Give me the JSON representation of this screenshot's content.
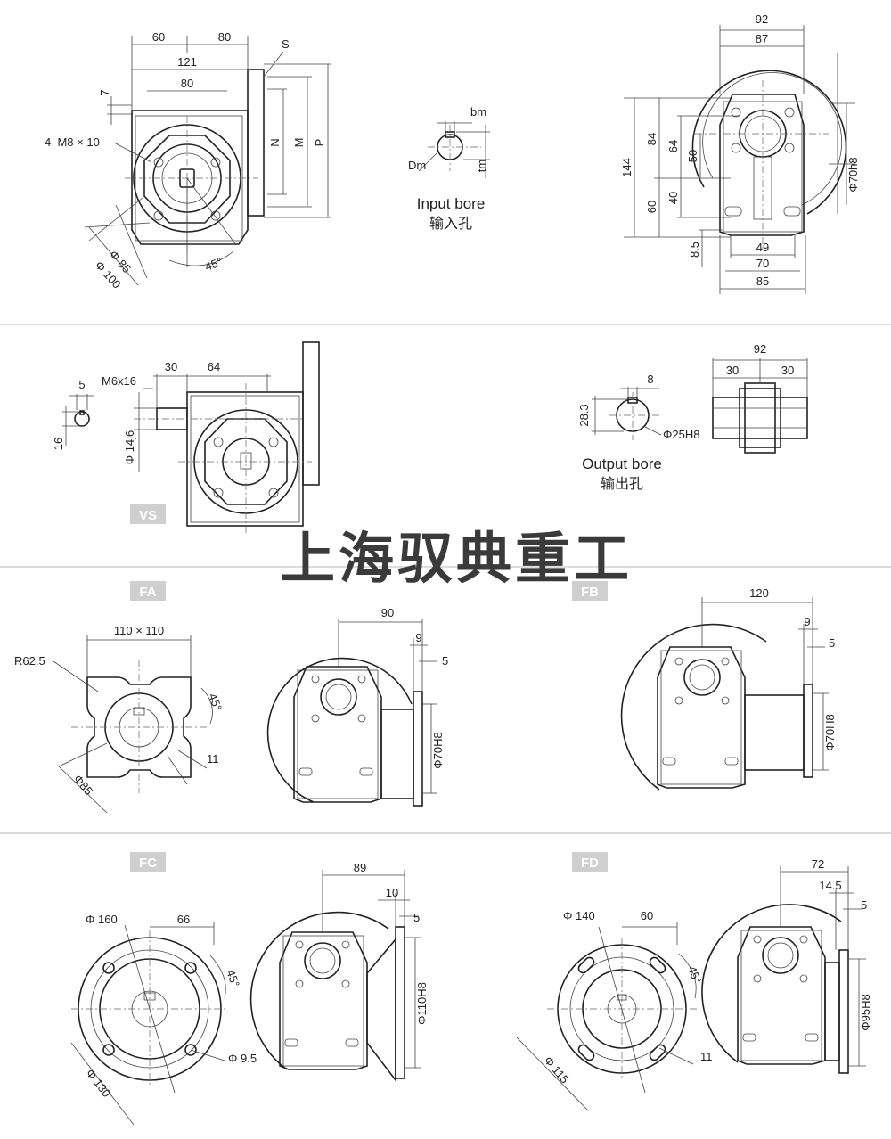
{
  "watermark": "上海驭典重工",
  "top": {
    "side": {
      "d60": "60",
      "d80a": "80",
      "d121": "121",
      "d80b": "80",
      "d7": "7",
      "bolt": "4–M8 × 10",
      "S": "S",
      "N": "N",
      "M": "M",
      "P": "P",
      "phi85": "Φ 85",
      "phi100": "Φ 100",
      "ang45": "45°"
    },
    "input_bore": {
      "bm": "bm",
      "Dm": "Dm",
      "tm": "tm",
      "caption": "Input bore",
      "caption_cn": "输入孔"
    },
    "front": {
      "d92": "92",
      "d87": "87",
      "d144": "144",
      "d84": "84",
      "d64": "64",
      "d50": "50",
      "d40": "40",
      "d60": "60",
      "d8_5": "8.5",
      "d49": "49",
      "d70": "70",
      "d85": "85",
      "phi70": "Φ70h8"
    }
  },
  "vs": {
    "tag": "VS",
    "d5": "5",
    "d16": "16",
    "bolt": "M6x16",
    "d30": "30",
    "d64": "64",
    "shaft": "Φ 14j6"
  },
  "output_bore": {
    "d8": "8",
    "d28_3": "28.3",
    "phi25": "Φ25H8",
    "d92": "92",
    "d30a": "30",
    "d30b": "30",
    "caption": "Output bore",
    "caption_cn": "输出孔"
  },
  "fa": {
    "tag": "FA",
    "sq": "110 × 110",
    "r": "R62.5",
    "ang45": "45°",
    "d11": "11",
    "phi85": "Φ85",
    "d90": "90",
    "d9": "9",
    "d5": "5",
    "phi70": "Φ70H8"
  },
  "fb": {
    "tag": "FB",
    "d120": "120",
    "d9": "9",
    "d5": "5",
    "phi70": "Φ70H8"
  },
  "fc": {
    "tag": "FC",
    "phi160": "Φ 160",
    "d66": "66",
    "ang45": "45°",
    "phi9_5": "Φ 9.5",
    "phi130": "Φ 130",
    "d89": "89",
    "d10": "10",
    "d5": "5",
    "phi110": "Φ110H8"
  },
  "fd": {
    "tag": "FD",
    "phi140": "Φ 140",
    "d60": "60",
    "ang45": "45°",
    "d11": "11",
    "phi115": "Φ 115",
    "d72": "72",
    "d14_5": "14.5",
    "d5": "5",
    "phi95": "Φ95H8"
  }
}
